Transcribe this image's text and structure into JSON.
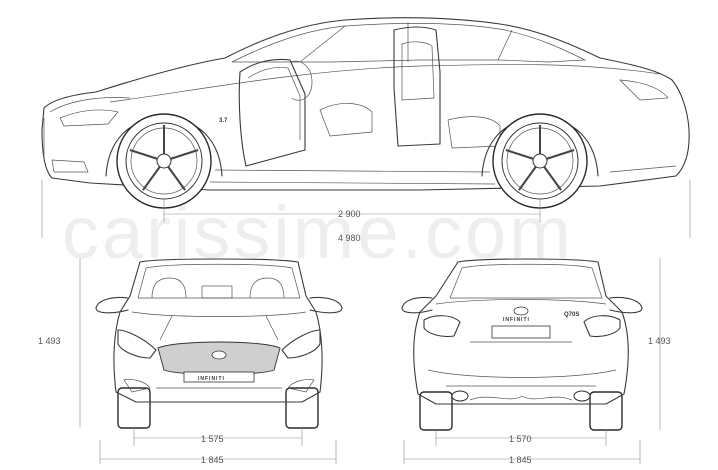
{
  "watermark": "carissime.com",
  "brand_badge": "INFINITI",
  "model_badge": "Q70S",
  "side_badge": "3.7",
  "dimensions": {
    "wheelbase": "2 900",
    "length_partial": "4 980",
    "height_front": "1 493",
    "height_rear": "1 493",
    "track_front": "1 575",
    "track_rear": "1 570",
    "width_front": "1 845",
    "width_rear": "1 845"
  }
}
